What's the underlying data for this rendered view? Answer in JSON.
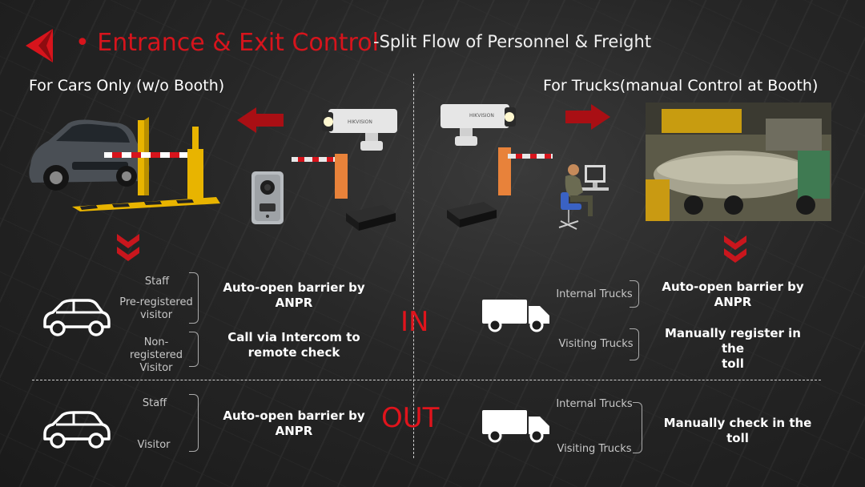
{
  "title": {
    "bullet": "•",
    "main": "Entrance & Exit Control",
    "sub": "-Split Flow of Personnel & Freight"
  },
  "left": {
    "header": "For Cars Only (w/o Booth)",
    "in_groups": [
      {
        "labels": [
          "Staff",
          "Pre-registered visitor"
        ],
        "action": "Auto-open barrier by ANPR"
      },
      {
        "labels": [
          "Non-registered Visitor"
        ],
        "action": "Call via Intercom to remote check"
      }
    ],
    "out_group": {
      "labels": [
        "Staff",
        "Visitor"
      ],
      "action": "Auto-open barrier by ANPR"
    },
    "staff": "Staff",
    "prereg": "Pre-registered\nvisitor",
    "nonreg": "Non-\nregistered\nVisitor",
    "visitor": "Visitor",
    "in_action_1": "Auto-open barrier by\nANPR",
    "in_action_2": "Call via Intercom to\nremote check",
    "out_action": "Auto-open barrier by\nANPR"
  },
  "right": {
    "header": "For Trucks(manual Control at Booth)",
    "internal_trucks": "Internal Trucks",
    "visiting_trucks": "Visiting Trucks",
    "in_action_1": "Auto-open barrier by\nANPR",
    "in_action_2": "Manually register in the\ntoll",
    "out_action": "Manually check in the\ntoll"
  },
  "center": {
    "in_label": "IN",
    "out_label": "OUT"
  },
  "camera_brand": "HIKVISION",
  "colors": {
    "accent_red": "#d7141c",
    "arrow_red": "#a90f14",
    "barrier_orange": "#e8823a",
    "barrier_yellow": "#e8b400"
  }
}
